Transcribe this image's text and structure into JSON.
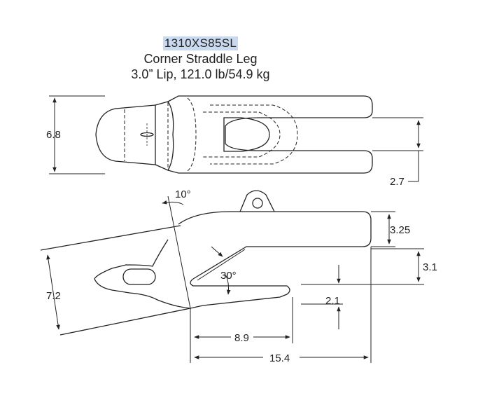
{
  "header": {
    "part_number": "1310XS85SL",
    "name": "Corner Straddle Leg",
    "specs": "3.0” Lip, 121.0 lb/54.9 kg"
  },
  "top_view": {
    "height_dim": "6.8",
    "leg_gap_dim": "2.7"
  },
  "side_view": {
    "angle_top": "10°",
    "angle_lip": "30°",
    "height_dim": "7.2",
    "upper_dim": "3.25",
    "mid_dim": "3.1",
    "lip_dim": "2.1",
    "short_length_dim": "8.9",
    "total_length_dim": "15.4"
  },
  "colors": {
    "line": "#222222",
    "highlight": "#c9d9ef"
  }
}
